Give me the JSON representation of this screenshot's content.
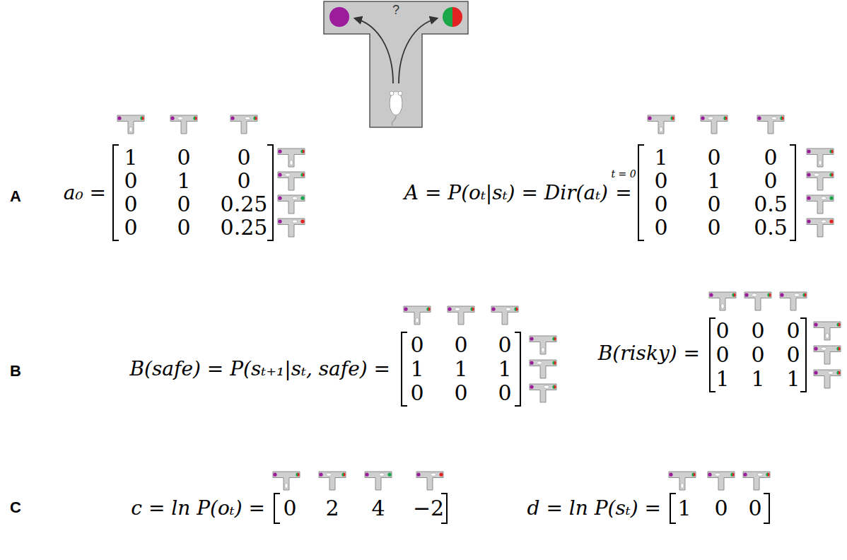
{
  "diagram": {
    "labels": [
      "?",
      "A",
      "a₀ =",
      "1",
      "0",
      "0",
      "0",
      "1",
      "0",
      "0",
      "0",
      "0.25",
      "0",
      "0",
      "0.25",
      "A = P(oₜ|sₜ) = Dir(aₜ)",
      "t = 0",
      "=",
      "1",
      "0",
      "0",
      "0",
      "1",
      "0",
      "0",
      "0",
      "0.5",
      "0",
      "0",
      "0.5",
      "B",
      "B(safe) = P(sₜ₊₁|sₜ, safe) =",
      "0",
      "0",
      "0",
      "1",
      "1",
      "1",
      "0",
      "0",
      "0",
      "B(risky) =",
      "0",
      "0",
      "0",
      "0",
      "0",
      "0",
      "1",
      "1",
      "1",
      "C",
      "c = ln P(oₜ) =",
      "0",
      "2",
      "4",
      "−2",
      "d = ln P(sₜ) =",
      "1",
      "0",
      "0"
    ]
  }
}
